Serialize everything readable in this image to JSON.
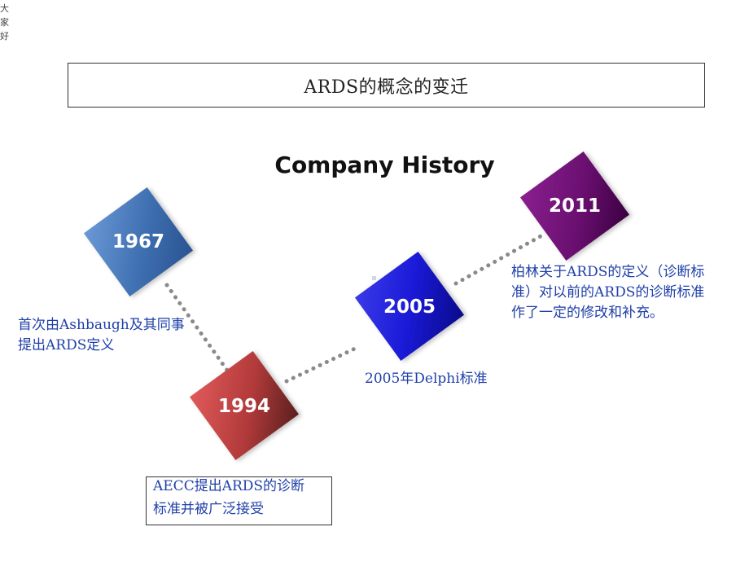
{
  "corner_note": "大家好",
  "header": {
    "title": "ARDS的概念的变迁"
  },
  "timeline": {
    "heading": "Company History",
    "events": [
      {
        "year": "1967",
        "description": "首次由Ashbaugh及其同事提出ARDS定义",
        "color": "#3e6fb0"
      },
      {
        "year": "1994",
        "description_line1": "AECC提出ARDS的诊断",
        "description_line2": "标准并被广泛接受",
        "color": "#b23a3a"
      },
      {
        "year": "2005",
        "description": "2005年Delphi标准",
        "color": "#1a1ad8"
      },
      {
        "year": "2011",
        "description": "柏林关于ARDS的定义（诊断标准）对以前的ARDS的诊断标准作了一定的修改和补充。",
        "color": "#6a0f70"
      }
    ],
    "connector_color": "#8a8a8a"
  }
}
